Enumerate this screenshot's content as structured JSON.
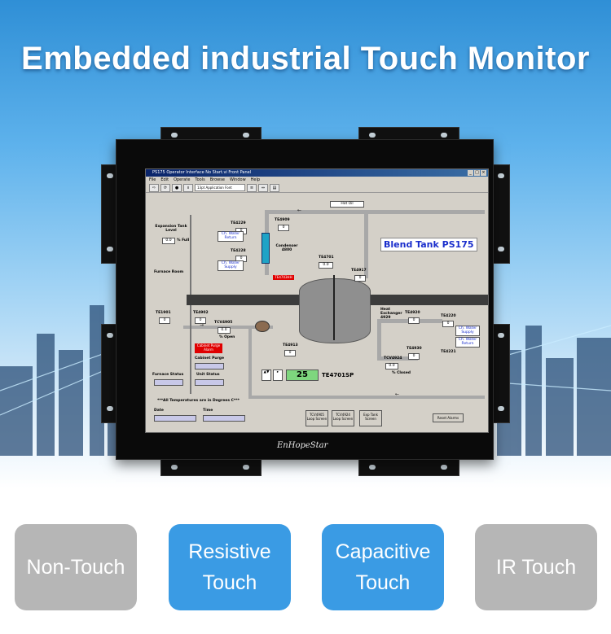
{
  "headline": "Embedded industrial Touch Monitor",
  "colors": {
    "accent_blue": "#3a9be4",
    "inactive_grey": "#b6b6b6",
    "bezel": "#0a0a0a"
  },
  "screen": {
    "window_title": "PS175 Operator Interface No Start.vi Front Panel",
    "menu": [
      "File",
      "Edit",
      "Operate",
      "Tools",
      "Browse",
      "Window",
      "Help"
    ],
    "font_selector": "13pt Application Font",
    "hot_oil": "Hot Oil",
    "blend_tank": "Blend Tank PS175",
    "expansion_tank": "Expansion Tank Level",
    "expansion_value": "0.0",
    "pct_full": "% Full",
    "furnace_room": "Furnace Room",
    "ch_water_return": "Ch. Water Return",
    "ch_water_supply": "Ch. Water Supply",
    "condenser": "Condenser 4800",
    "alarm_tag": "TE4703HH",
    "heat_exchanger": "Heat Exchanger 4929",
    "cabinet_alarm": "Cabinet Purge Alarm",
    "cabinet_purge": "Cabinet Purge",
    "unit_status": "Unit Status",
    "furnace_status": "Furnace Status",
    "pct_open": "% Open",
    "pct_closed": "% Closed",
    "setpoint_value": "25",
    "setpoint_tag": "TE4701SP",
    "temps_note": "***All Temperatures are in Degrees C***",
    "date_label": "Date",
    "time_label": "Time",
    "reset_alarms": "Reset Alarms",
    "screens": [
      "TCV4905 Loop Screen",
      "TCV4924 Loop Screen",
      "Exp Tank Screen"
    ],
    "tags": {
      "te4229": "TE4229",
      "te4909": "TE4909",
      "te4228": "TE4228",
      "te4701": "TE4701",
      "te4917": "TE4917",
      "te1901": "TE1901",
      "te4902": "TE4902",
      "tcv4905": "TCV4905",
      "te4913": "TE4913",
      "te4920": "TE4920",
      "te4220": "TE4220",
      "te4930": "TE4930",
      "tcv4924": "TCV4924",
      "te4221": "TE4221"
    },
    "zero": "0",
    "zero_dec": "0.0"
  },
  "brand": "EnHopeStar",
  "options": [
    {
      "label": "Non-Touch",
      "style": "grey"
    },
    {
      "label": "Resistive\nTouch",
      "style": "blue"
    },
    {
      "label": "Capacitive\nTouch",
      "style": "blue"
    },
    {
      "label": "IR Touch",
      "style": "grey"
    }
  ]
}
